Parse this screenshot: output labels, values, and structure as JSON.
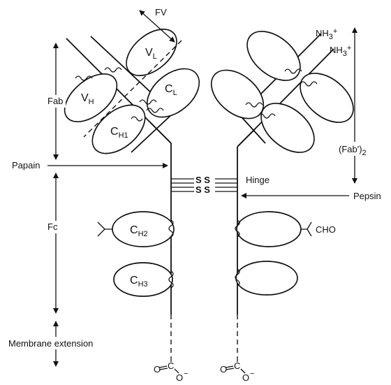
{
  "labels": {
    "fv": "FV",
    "fab": "Fab",
    "papain": "Papain",
    "fc": "Fc",
    "membrane_extension": "Membrane extension",
    "hinge": "Hinge",
    "pepsin": "Pepsin",
    "fab2": "(Fab')2",
    "nh3_top": "NH3+",
    "nh3_bottom": "NH3+",
    "cho": "CHO"
  },
  "domains": {
    "vl": {
      "main": "V",
      "sub": "L"
    },
    "vh": {
      "main": "V",
      "sub": "H"
    },
    "cl": {
      "main": "C",
      "sub": "L"
    },
    "ch1": {
      "main": "C",
      "sub": "H1"
    },
    "ch2": {
      "main": "C",
      "sub": "H2"
    },
    "ch3": {
      "main": "C",
      "sub": "H3"
    }
  },
  "disulfide": {
    "ss_top": "S S",
    "ss_bottom": "S S"
  },
  "terminals": {
    "left": {
      "carbon": "C",
      "oxygen_top": "O",
      "oxygen_bottom": "O",
      "charge": "−"
    },
    "right": {
      "carbon": "C",
      "oxygen_top": "O",
      "oxygen_bottom": "O",
      "charge": "−"
    }
  }
}
